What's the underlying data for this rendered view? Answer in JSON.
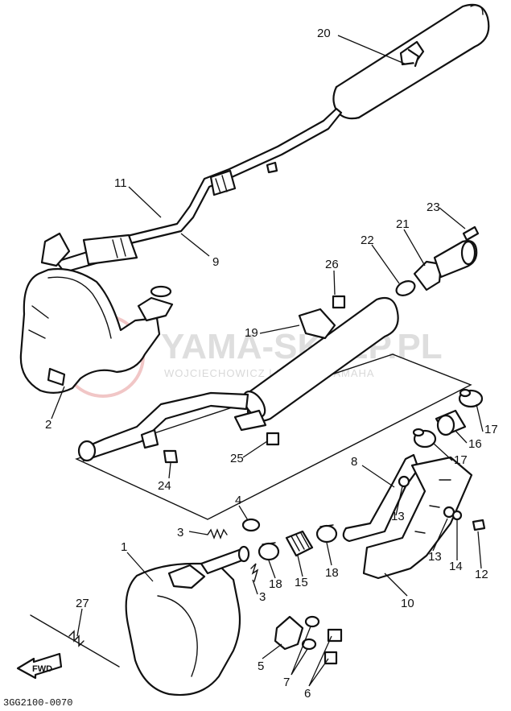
{
  "watermark": {
    "brand": "YAMA-SKLEP.PL",
    "subline": "WOJCIECHOWICZ | DEALER YAMAHA",
    "logo_color": "#e8a0a0"
  },
  "diagram_code": "3GG2100-0070",
  "direction_label": "FWD",
  "callouts": {
    "c1": "1",
    "c2": "2",
    "c3a": "3",
    "c3b": "3",
    "c4": "4",
    "c5": "5",
    "c6": "6",
    "c7": "7",
    "c8": "8",
    "c9": "9",
    "c10": "10",
    "c11": "11",
    "c12": "12",
    "c13a": "13",
    "c13b": "13",
    "c14": "14",
    "c15": "15",
    "c16": "16",
    "c17a": "17",
    "c17b": "17",
    "c18a": "18",
    "c18b": "18",
    "c19": "19",
    "c20": "20",
    "c21": "21",
    "c22": "22",
    "c23": "23",
    "c24": "24",
    "c25": "25",
    "c26": "26",
    "c27": "27"
  }
}
